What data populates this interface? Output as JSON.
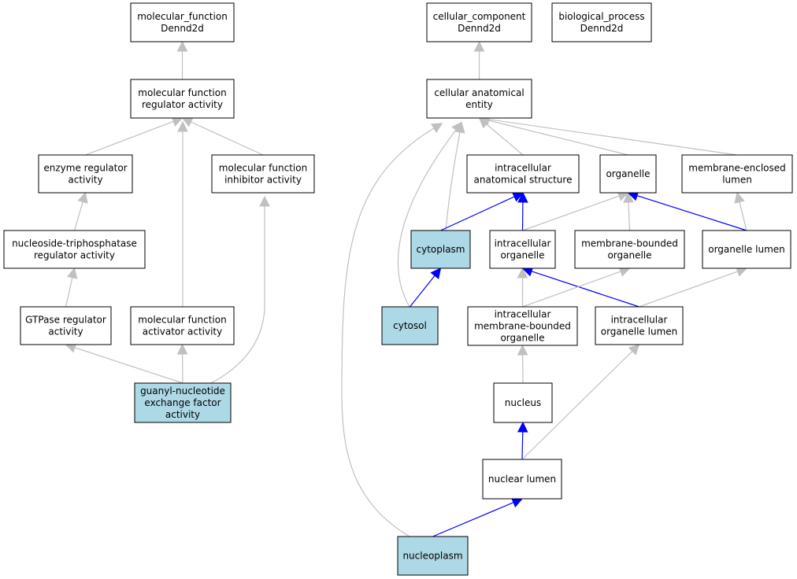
{
  "colors": {
    "node_fill": "#ffffff",
    "highlight_fill": "#add8e6",
    "gray_edge": "#c0c0c0",
    "blue_edge": "#0000ff"
  },
  "nodes": {
    "mf_dennd2d": {
      "lines": [
        "molecular_function",
        "Dennd2d"
      ],
      "highlight": false
    },
    "mf_regulator": {
      "lines": [
        "molecular function",
        "regulator activity"
      ],
      "highlight": false
    },
    "enzyme_regulator": {
      "lines": [
        "enzyme regulator",
        "activity"
      ],
      "highlight": false
    },
    "mf_inhibitor": {
      "lines": [
        "molecular function",
        "inhibitor activity"
      ],
      "highlight": false
    },
    "ntpase_regulator": {
      "lines": [
        "nucleoside-triphosphatase",
        "regulator activity"
      ],
      "highlight": false
    },
    "gtpase_regulator": {
      "lines": [
        "GTPase regulator",
        "activity"
      ],
      "highlight": false
    },
    "mf_activator": {
      "lines": [
        "molecular function",
        "activator activity"
      ],
      "highlight": false
    },
    "gnef": {
      "lines": [
        "guanyl-nucleotide",
        "exchange factor",
        "activity"
      ],
      "highlight": true
    },
    "cc_dennd2d": {
      "lines": [
        "cellular_component",
        "Dennd2d"
      ],
      "highlight": false
    },
    "bp_dennd2d": {
      "lines": [
        "biological_process",
        "Dennd2d"
      ],
      "highlight": false
    },
    "cae": {
      "lines": [
        "cellular anatomical",
        "entity"
      ],
      "highlight": false
    },
    "ias": {
      "lines": [
        "intracellular",
        "anatomical structure"
      ],
      "highlight": false
    },
    "organelle": {
      "lines": [
        "organelle"
      ],
      "highlight": false
    },
    "mel": {
      "lines": [
        "membrane-enclosed",
        "lumen"
      ],
      "highlight": false
    },
    "cytoplasm": {
      "lines": [
        "cytoplasm"
      ],
      "highlight": true
    },
    "io": {
      "lines": [
        "intracellular",
        "organelle"
      ],
      "highlight": false
    },
    "mbo": {
      "lines": [
        "membrane-bounded",
        "organelle"
      ],
      "highlight": false
    },
    "organelle_lumen": {
      "lines": [
        "organelle lumen"
      ],
      "highlight": false
    },
    "cytosol": {
      "lines": [
        "cytosol"
      ],
      "highlight": true
    },
    "imbo": {
      "lines": [
        "intracellular",
        "membrane-bounded",
        "organelle"
      ],
      "highlight": false
    },
    "iol": {
      "lines": [
        "intracellular",
        "organelle lumen"
      ],
      "highlight": false
    },
    "nucleus": {
      "lines": [
        "nucleus"
      ],
      "highlight": false
    },
    "nuclear_lumen": {
      "lines": [
        "nuclear lumen"
      ],
      "highlight": false
    },
    "nucleoplasm": {
      "lines": [
        "nucleoplasm"
      ],
      "highlight": true
    }
  },
  "edges": [
    {
      "from": "mf_regulator",
      "to": "mf_dennd2d",
      "color": "gray"
    },
    {
      "from": "enzyme_regulator",
      "to": "mf_regulator",
      "color": "gray"
    },
    {
      "from": "mf_inhibitor",
      "to": "mf_regulator",
      "color": "gray"
    },
    {
      "from": "mf_activator",
      "to": "mf_regulator",
      "color": "gray"
    },
    {
      "from": "ntpase_regulator",
      "to": "enzyme_regulator",
      "color": "gray"
    },
    {
      "from": "gtpase_regulator",
      "to": "ntpase_regulator",
      "color": "gray"
    },
    {
      "from": "gnef",
      "to": "gtpase_regulator",
      "color": "gray"
    },
    {
      "from": "gnef",
      "to": "mf_activator",
      "color": "gray"
    },
    {
      "from": "gnef",
      "to": "mf_inhibitor",
      "color": "gray"
    },
    {
      "from": "cae",
      "to": "cc_dennd2d",
      "color": "gray"
    },
    {
      "from": "ias",
      "to": "cae",
      "color": "gray"
    },
    {
      "from": "organelle",
      "to": "cae",
      "color": "gray"
    },
    {
      "from": "mel",
      "to": "cae",
      "color": "gray"
    },
    {
      "from": "cytoplasm",
      "to": "cae",
      "color": "gray"
    },
    {
      "from": "cytosol",
      "to": "cae",
      "color": "gray"
    },
    {
      "from": "nucleoplasm",
      "to": "cae",
      "color": "gray"
    },
    {
      "from": "cytoplasm",
      "to": "ias",
      "color": "blue"
    },
    {
      "from": "io",
      "to": "ias",
      "color": "blue"
    },
    {
      "from": "io",
      "to": "organelle",
      "color": "gray"
    },
    {
      "from": "mbo",
      "to": "organelle",
      "color": "gray"
    },
    {
      "from": "organelle_lumen",
      "to": "organelle",
      "color": "blue"
    },
    {
      "from": "organelle_lumen",
      "to": "mel",
      "color": "gray"
    },
    {
      "from": "cytosol",
      "to": "cytoplasm",
      "color": "blue"
    },
    {
      "from": "imbo",
      "to": "io",
      "color": "gray"
    },
    {
      "from": "iol",
      "to": "io",
      "color": "blue"
    },
    {
      "from": "imbo",
      "to": "mbo",
      "color": "gray"
    },
    {
      "from": "iol",
      "to": "organelle_lumen",
      "color": "gray"
    },
    {
      "from": "nucleus",
      "to": "imbo",
      "color": "gray"
    },
    {
      "from": "nuclear_lumen",
      "to": "nucleus",
      "color": "blue"
    },
    {
      "from": "nuclear_lumen",
      "to": "iol",
      "color": "gray"
    },
    {
      "from": "nucleoplasm",
      "to": "nuclear_lumen",
      "color": "blue"
    }
  ]
}
